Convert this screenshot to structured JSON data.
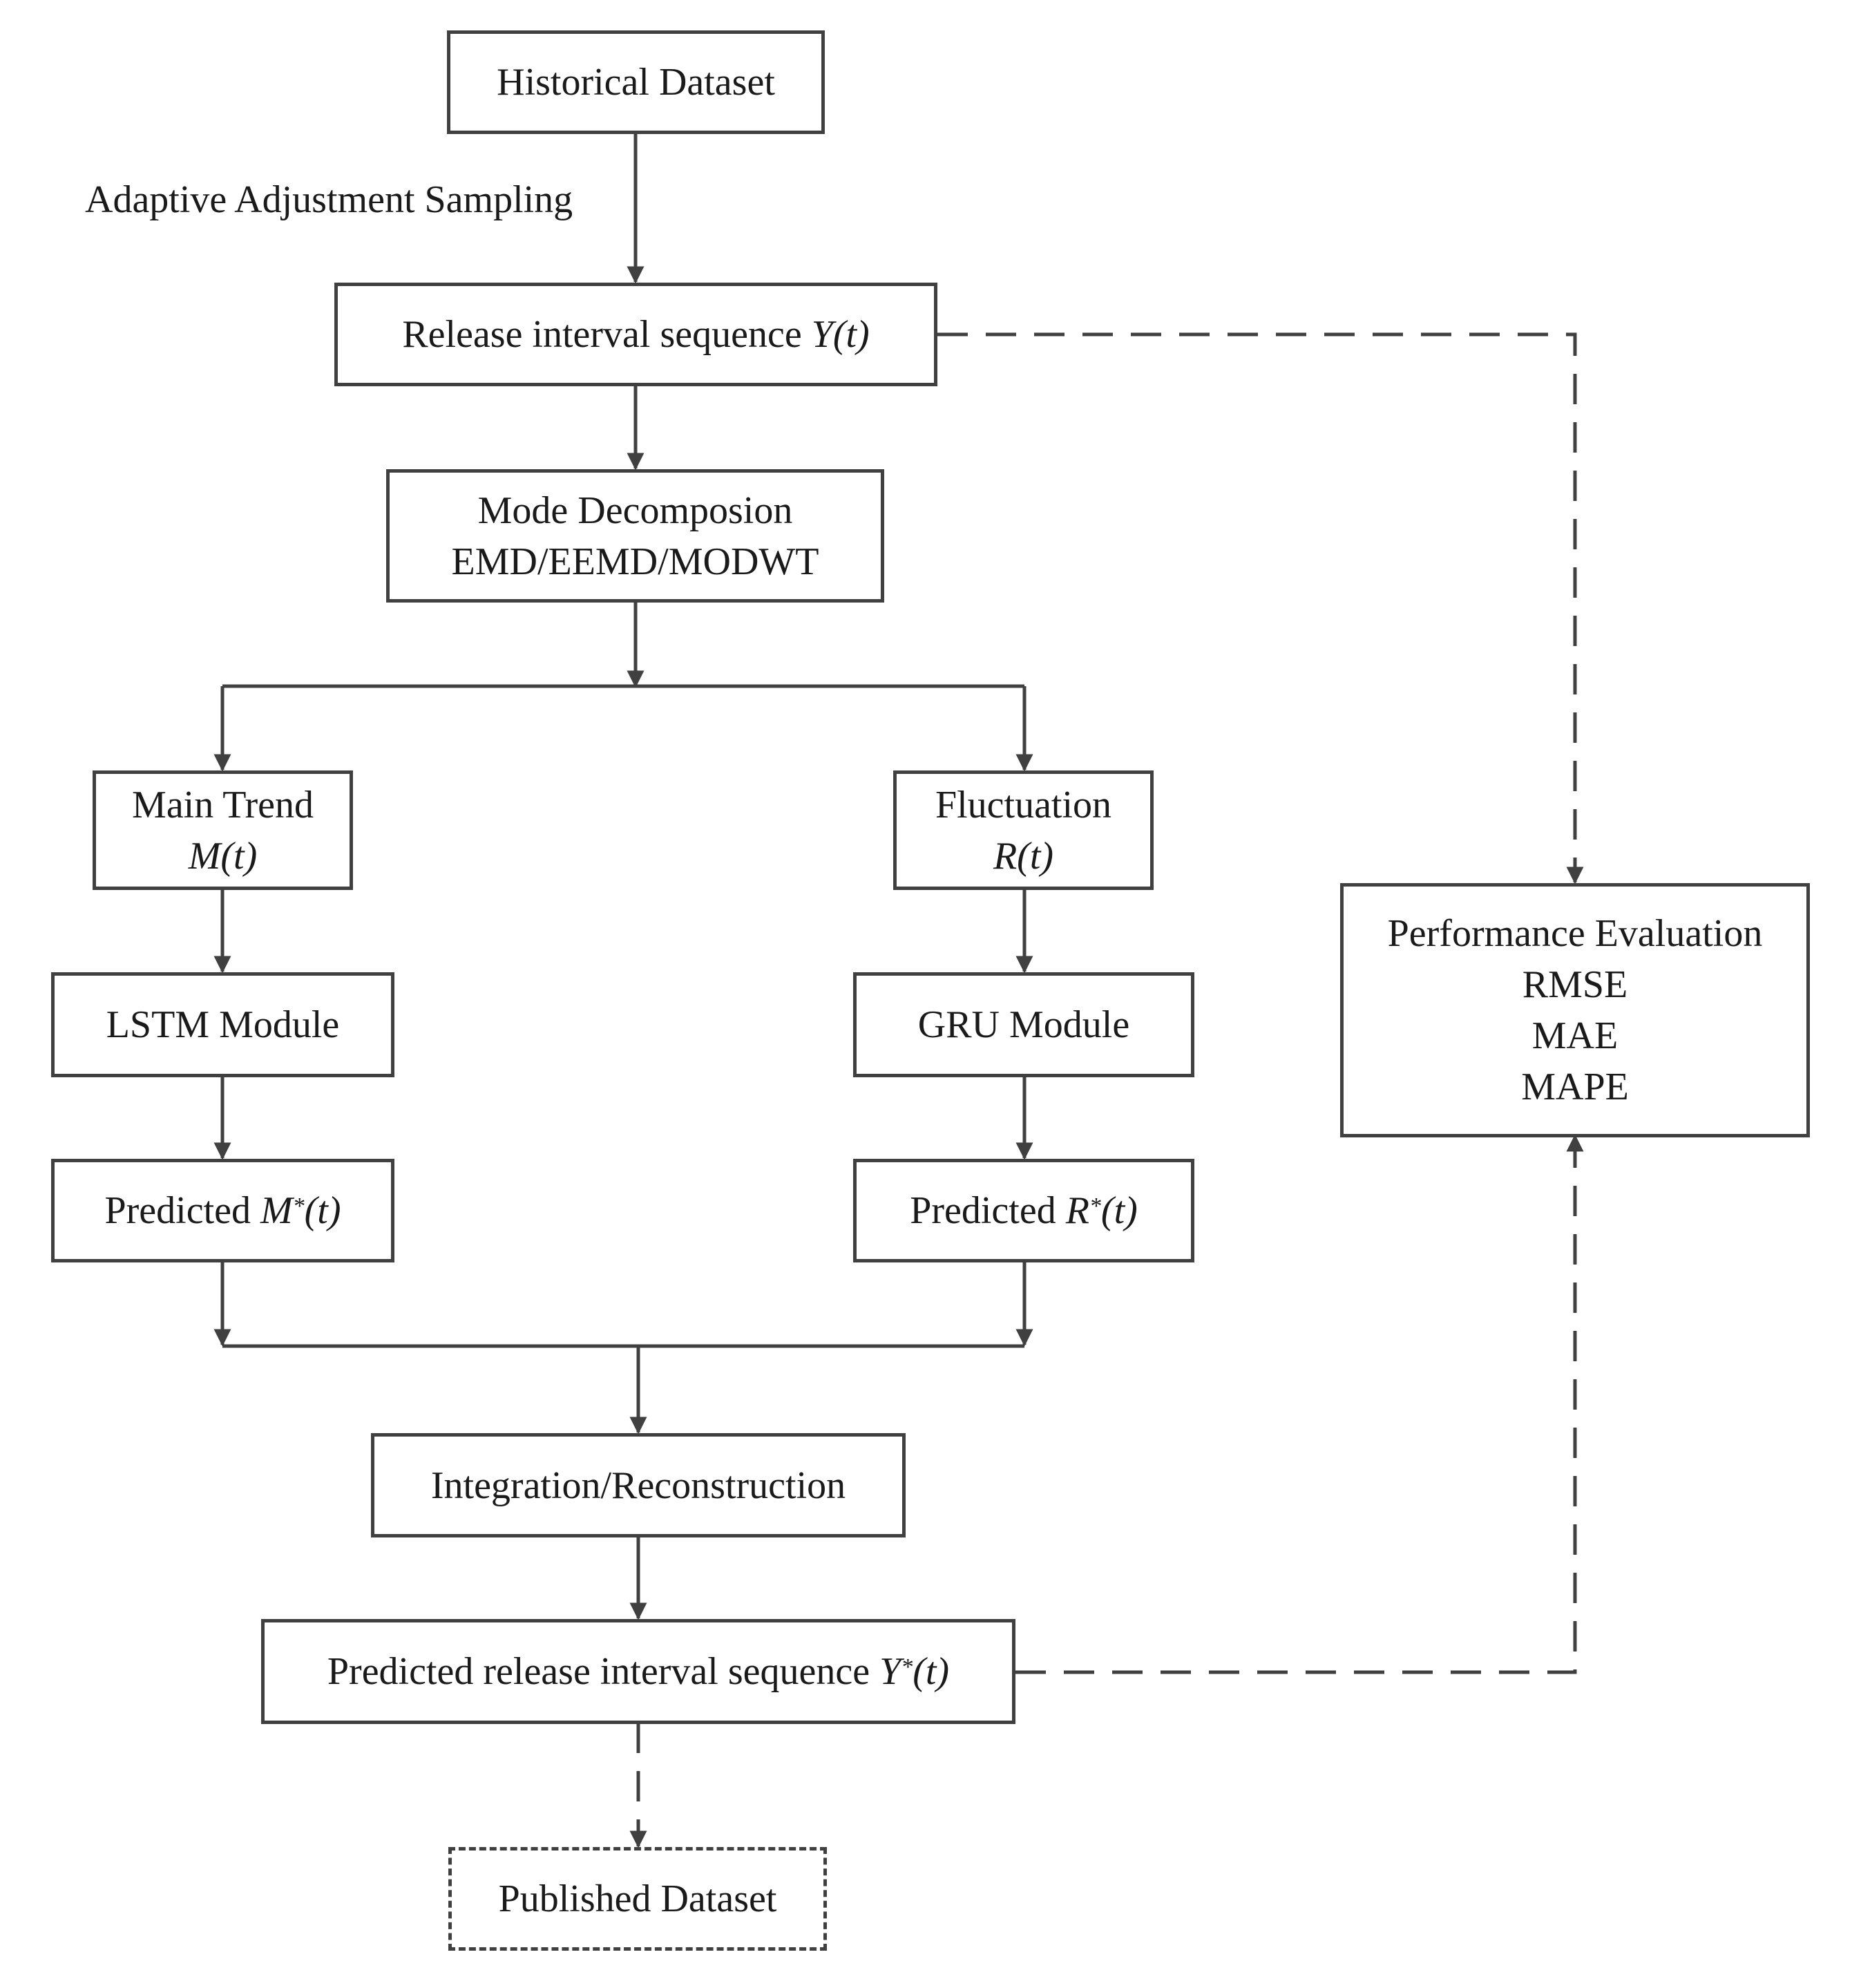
{
  "nodes": {
    "historical_dataset": "Historical Dataset",
    "release_interval": {
      "text": "Release interval sequence",
      "var": "Y(t)"
    },
    "mode_decomposition": {
      "line1": "Mode Decomposion",
      "line2": "EMD/EEMD/MODWT"
    },
    "main_trend": {
      "line1": "Main Trend",
      "var": "M(t)"
    },
    "fluctuation": {
      "line1": "Fluctuation",
      "var": "R(t)"
    },
    "lstm_module": "LSTM Module",
    "gru_module": "GRU Module",
    "predicted_m": {
      "text": "Predicted",
      "var": "M",
      "sup": "*",
      "suffix": "(t)"
    },
    "predicted_r": {
      "text": "Predicted",
      "var": "R",
      "sup": "*",
      "suffix": "(t)"
    },
    "integration": "Integration/Reconstruction",
    "predicted_release": {
      "text": "Predicted release interval sequence",
      "var": "Y",
      "sup": "*",
      "suffix": "(t)"
    },
    "published_dataset": "Published Dataset",
    "performance_evaluation": {
      "title": "Performance Evaluation",
      "metrics": [
        "RMSE",
        "MAE",
        "MAPE"
      ]
    }
  },
  "edge_labels": {
    "sampling": "Adaptive Adjustment Sampling"
  },
  "colors": {
    "stroke": "#404040",
    "text": "#1a1a1a",
    "background": "#ffffff"
  }
}
